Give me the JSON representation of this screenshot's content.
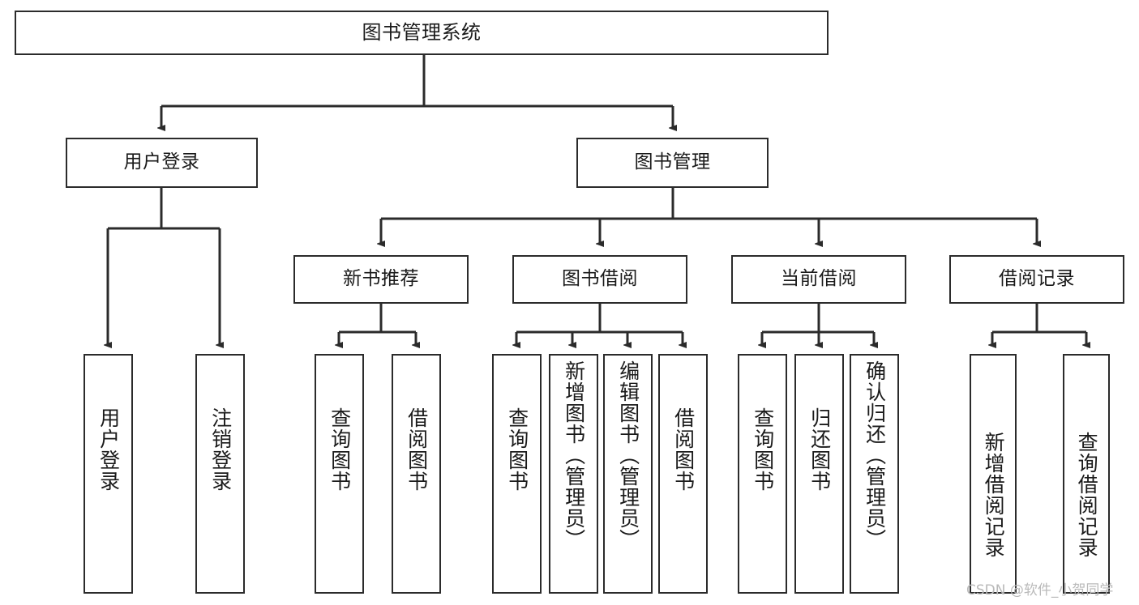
{
  "diagram": {
    "type": "tree-hierarchy",
    "title": "图书管理系统",
    "watermark": "CSDN @软件_小贺同学",
    "colors": {
      "border": "#2b2b2b",
      "background": "#ffffff",
      "text": "#1a1a1a",
      "watermark": "#b9b9b9"
    },
    "nodes": {
      "root": {
        "label": "图书管理系统",
        "level": 0,
        "orientation": "horizontal"
      },
      "user_login": {
        "label": "用户登录",
        "level": 1,
        "orientation": "horizontal"
      },
      "book_manage": {
        "label": "图书管理",
        "level": 1,
        "orientation": "horizontal"
      },
      "new_book_rec": {
        "label": "新书推荐",
        "level": 2,
        "orientation": "horizontal"
      },
      "book_borrow": {
        "label": "图书借阅",
        "level": 2,
        "orientation": "horizontal"
      },
      "current_borrow": {
        "label": "当前借阅",
        "level": 2,
        "orientation": "horizontal"
      },
      "borrow_record": {
        "label": "借阅记录",
        "level": 2,
        "orientation": "horizontal"
      },
      "leaf_user_login": {
        "label": "用户登录",
        "level": 3,
        "orientation": "vertical"
      },
      "leaf_logout": {
        "label": "注销登录",
        "level": 3,
        "orientation": "vertical"
      },
      "leaf_query_book_1": {
        "label": "查询图书",
        "level": 3,
        "orientation": "vertical"
      },
      "leaf_borrow_book_1": {
        "label": "借阅图书",
        "level": 3,
        "orientation": "vertical"
      },
      "leaf_query_book_2": {
        "label": "查询图书",
        "level": 3,
        "orientation": "vertical"
      },
      "leaf_add_book": {
        "label": "新增图书（管理员）",
        "level": 3,
        "orientation": "vertical"
      },
      "leaf_edit_book": {
        "label": "编辑图书（管理员）",
        "level": 3,
        "orientation": "vertical"
      },
      "leaf_borrow_book_2": {
        "label": "借阅图书",
        "level": 3,
        "orientation": "vertical"
      },
      "leaf_query_book_3": {
        "label": "查询图书",
        "level": 3,
        "orientation": "vertical"
      },
      "leaf_return_book": {
        "label": "归还图书",
        "level": 3,
        "orientation": "vertical"
      },
      "leaf_confirm_return": {
        "label": "确认归还（管理员）",
        "level": 3,
        "orientation": "vertical"
      },
      "leaf_add_record": {
        "label": "新增借阅记录",
        "level": 3,
        "orientation": "vertical"
      },
      "leaf_query_record": {
        "label": "查询借阅记录",
        "level": 3,
        "orientation": "vertical"
      }
    },
    "edges": [
      {
        "from": "root",
        "to": "user_login"
      },
      {
        "from": "root",
        "to": "book_manage"
      },
      {
        "from": "user_login",
        "to": "leaf_user_login"
      },
      {
        "from": "user_login",
        "to": "leaf_logout"
      },
      {
        "from": "book_manage",
        "to": "new_book_rec"
      },
      {
        "from": "book_manage",
        "to": "book_borrow"
      },
      {
        "from": "book_manage",
        "to": "current_borrow"
      },
      {
        "from": "book_manage",
        "to": "borrow_record"
      },
      {
        "from": "new_book_rec",
        "to": "leaf_query_book_1"
      },
      {
        "from": "new_book_rec",
        "to": "leaf_borrow_book_1"
      },
      {
        "from": "book_borrow",
        "to": "leaf_query_book_2"
      },
      {
        "from": "book_borrow",
        "to": "leaf_add_book"
      },
      {
        "from": "book_borrow",
        "to": "leaf_edit_book"
      },
      {
        "from": "book_borrow",
        "to": "leaf_borrow_book_2"
      },
      {
        "from": "current_borrow",
        "to": "leaf_query_book_3"
      },
      {
        "from": "current_borrow",
        "to": "leaf_return_book"
      },
      {
        "from": "current_borrow",
        "to": "leaf_confirm_return"
      },
      {
        "from": "borrow_record",
        "to": "leaf_add_record"
      },
      {
        "from": "borrow_record",
        "to": "leaf_query_record"
      }
    ]
  }
}
